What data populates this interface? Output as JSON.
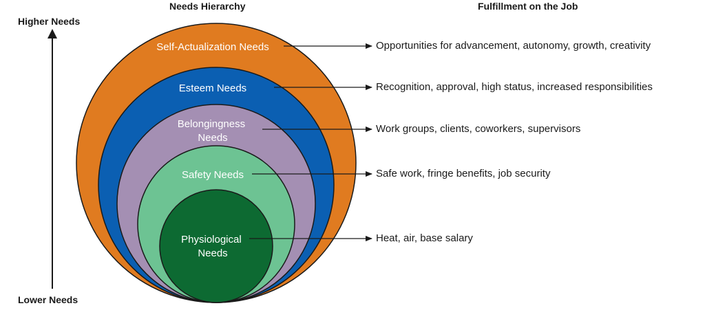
{
  "headers": {
    "hierarchy": "Needs Hierarchy",
    "fulfillment": "Fulfillment on the Job"
  },
  "axis": {
    "top_label": "Higher Needs",
    "bottom_label": "Lower Needs"
  },
  "levels": [
    {
      "name_lines": [
        "Self-Actualization Needs"
      ],
      "fulfillment": "Opportunities for advancement, autonomy, growth, creativity",
      "color": "#e07b20"
    },
    {
      "name_lines": [
        "Esteem Needs"
      ],
      "fulfillment": "Recognition, approval, high status, increased responsibilities",
      "color": "#0b5fb2"
    },
    {
      "name_lines": [
        "Belongingness",
        "Needs"
      ],
      "fulfillment": "Work groups, clients, coworkers, supervisors",
      "color": "#a48fb3"
    },
    {
      "name_lines": [
        "Safety Needs"
      ],
      "fulfillment": "Safe work, fringe benefits, job security",
      "color": "#6dc393"
    },
    {
      "name_lines": [
        "Physiological",
        "Needs"
      ],
      "fulfillment": "Heat, air, base salary",
      "color": "#0d6a32"
    }
  ],
  "colors": {
    "outline": "#1a1a1a",
    "text_on_circles": "#ffffff"
  }
}
